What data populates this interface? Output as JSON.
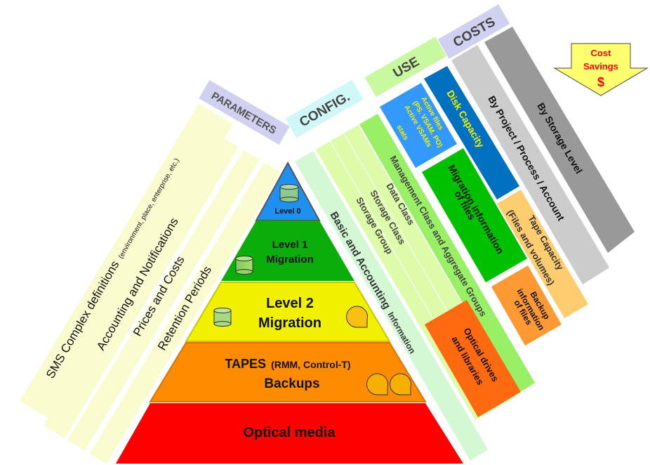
{
  "pyramid": {
    "levels": [
      {
        "id": "level0",
        "label": "Level 0",
        "color": "#1e90f0",
        "icon": "disk-cylinder-icon"
      },
      {
        "id": "level1",
        "label_line1": "Level 1",
        "label_line2": "Migration",
        "color": "#0aad0a",
        "icon": "disk-cylinder-icon"
      },
      {
        "id": "level2",
        "label_line1": "Level 2",
        "label_line2": "Migration",
        "color": "#f0f000",
        "icons": [
          "disk-cylinder-icon",
          "tape-reel-icon"
        ]
      },
      {
        "id": "tapes",
        "label_main": "TAPES",
        "label_sub": "(RMM, Control-T)",
        "label_line2": "Backups",
        "color": "#ff8c00",
        "icons": [
          "tape-reel-icon",
          "tape-reel-icon"
        ]
      },
      {
        "id": "optical",
        "label": "Optical media",
        "color": "#ff0000"
      }
    ]
  },
  "parameters": {
    "header": "PARAMETERS",
    "header_color": "#d0d0f0",
    "band_color": "#fbfbd0",
    "items": [
      {
        "main": "SMS Complex definitions",
        "sub": "(environment, place, enterprise, etc.)"
      },
      {
        "main": "Accounting and Notifications"
      },
      {
        "main": "Prices and Costs"
      },
      {
        "main": "Retention Periods"
      }
    ]
  },
  "config": {
    "header": "CONFIG.",
    "header_color": "#d0f8f8",
    "items": [
      {
        "label_main": "Basic and Accounting",
        "label_sub": "Information",
        "color": "#d4f8d4"
      },
      {
        "label": "Storage Group",
        "color": "#ddfba8"
      },
      {
        "label": "Storage Class",
        "color": "#ddfba8"
      },
      {
        "label": "Data Class",
        "color": "#ddfba8"
      },
      {
        "label": "Management Class and Aggregate Groups",
        "color": "#99f066"
      }
    ],
    "optical_box": {
      "line1": "Optical drives",
      "line2": "and libraries",
      "color": "#ff6a10"
    }
  },
  "use": {
    "header": "USE",
    "header_color": "#c8f8a0",
    "items": [
      {
        "lines": [
          "Active files",
          "(PS. VSAM. PO)",
          "Active VSAMs",
          "stats"
        ],
        "color": "#3399ff",
        "text_color": "#f0f000"
      },
      {
        "lines": [
          "Migration information",
          "of files"
        ],
        "color": "#00c000",
        "text_color": "#111111"
      },
      {
        "lines": [
          "Backup",
          "information",
          "of files"
        ],
        "color": "#ff9933",
        "text_color": "#111111"
      },
      {
        "lines": [
          "Disk Capacity"
        ],
        "color": "#0070c0",
        "text_color": "#f0f000"
      },
      {
        "lines": [
          "Tape Capacity",
          "(Files and volumes)"
        ],
        "color": "#ffcc70",
        "text_color": "#333333"
      }
    ]
  },
  "costs": {
    "header": "COSTS",
    "header_color": "#d0d0f0",
    "items": [
      {
        "label": "By Project / Process / Account",
        "color": "#cccccc"
      },
      {
        "label": "By Storage Level",
        "color": "#999999"
      }
    ]
  },
  "cost_savings": {
    "line1": "Cost",
    "line2": "Savings",
    "symbol": "$",
    "fill": "#ffff70",
    "text_color": "#ff0000"
  }
}
